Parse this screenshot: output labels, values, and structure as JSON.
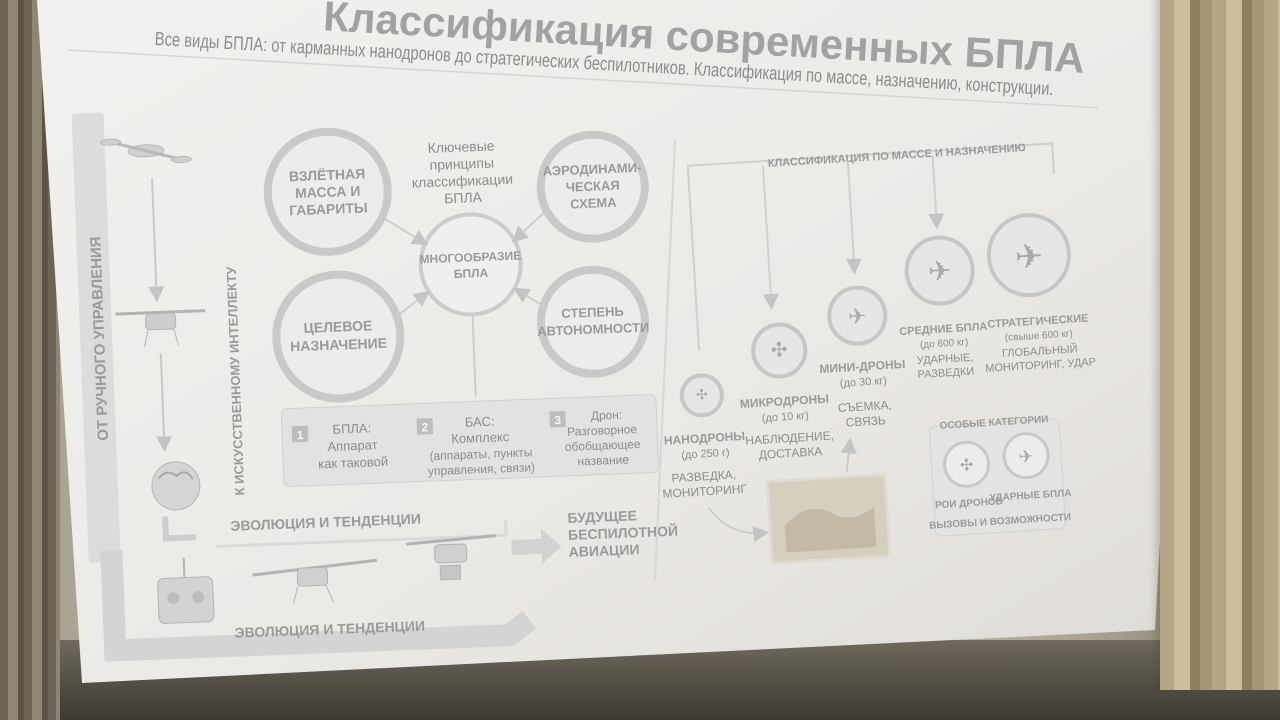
{
  "slide": {
    "title": "Классификация современных БПЛА",
    "subtitle": "Все виды БПЛА: от карманных нанодронов до стратегических беспилотников. Классификация по массе, назначению, конструкции.",
    "left_vertical_labels": {
      "outer": "ОТ РУЧНОГО УПРАВЛЕНИЯ",
      "inner": "К ИСКУССТВЕННОМУ ИНТЕЛЛЕКТУ"
    },
    "principles_caption": [
      "Ключевые",
      "принципы",
      "классификации",
      "БПЛА"
    ],
    "center_circle": [
      "МНОГООБРАЗИЕ",
      "БПЛА"
    ],
    "circles": [
      {
        "lines": [
          "ВЗЛЁТНАЯ",
          "МАССА И",
          "ГАБАРИТЫ"
        ]
      },
      {
        "lines": [
          "АЭРОДИНАМИ-",
          "ЧЕСКАЯ",
          "СХЕМА"
        ]
      },
      {
        "lines": [
          "ЦЕЛЕВОЕ",
          "НАЗНАЧЕНИЕ"
        ]
      },
      {
        "lines": [
          "СТЕПЕНЬ",
          "АВТОНОМНОСТИ"
        ]
      }
    ],
    "terms": [
      {
        "num": "1",
        "lines": [
          "БПЛА:",
          "Аппарат",
          "как таковой"
        ]
      },
      {
        "num": "2",
        "lines": [
          "БАС:",
          "Комплекс",
          "(аппараты, пункты",
          "управления, связи)"
        ]
      },
      {
        "num": "3",
        "lines": [
          "Дрон:",
          "Разговорное",
          "обобщающее",
          "название"
        ]
      }
    ],
    "evolution_label_top": "ЭВОЛЮЦИЯ И ТЕНДЕНЦИИ",
    "evolution_label_bottom": "ЭВОЛЮЦИЯ И ТЕНДЕНЦИИ",
    "future_label": [
      "БУДУЩЕЕ",
      "БЕСПИЛОТНОЙ",
      "АВИАЦИИ"
    ],
    "right_header": "КЛАССИФИКАЦИЯ ПО МАССЕ И НАЗНАЧЕНИЮ",
    "classes": [
      {
        "name": "НАНОДРОНЫ",
        "mass": "(до 250 г)",
        "use": [
          "РАЗВЕДКА,",
          "МОНИТОРИНГ"
        ]
      },
      {
        "name": "МИКРОДРОНЫ",
        "mass": "(до 10 кг)",
        "use": [
          "НАБЛЮДЕНИЕ,",
          "ДОСТАВКА"
        ]
      },
      {
        "name": "МИНИ-ДРОНЫ",
        "mass": "(до 30 кг)",
        "use": [
          "СЪЕМКА,",
          "СВЯЗЬ"
        ]
      },
      {
        "name": "СРЕДНИЕ БПЛА",
        "mass": "(до 600 кг)",
        "use": [
          "УДАРНЫЕ,",
          "РАЗВЕДКИ"
        ]
      },
      {
        "name": "СТРАТЕГИЧЕСКИЕ",
        "mass": "(свыше 600 кг)",
        "use": [
          "ГЛОБАЛЬНЫЙ",
          "МОНИТОРИНГ, УДАР"
        ]
      }
    ],
    "special_header": "ОСОБЫЕ КАТЕГОРИИ",
    "special": [
      {
        "name": "РОИ ДРОНОВ"
      },
      {
        "name": "УДАРНЫЕ БПЛА"
      }
    ],
    "special_footer": "ВЫЗОВЫ И ВОЗМОЖНОСТИ"
  }
}
